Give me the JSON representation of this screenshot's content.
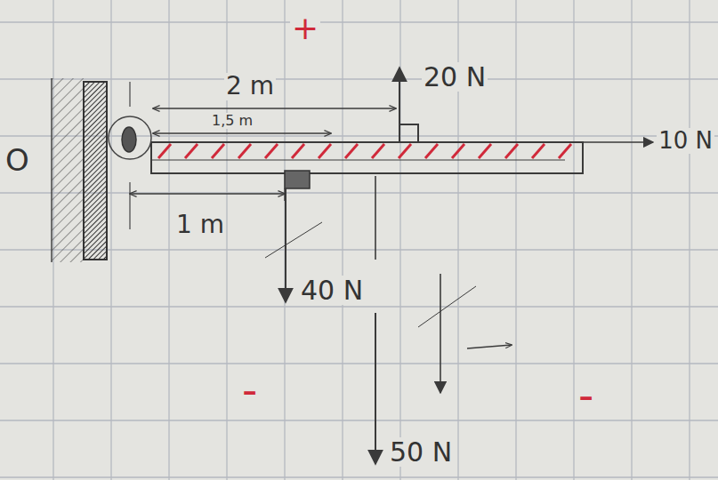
{
  "diagram": {
    "labels": [
      "+",
      "2 m",
      "20 N",
      "1,5 m",
      "10 N",
      "O",
      "1 m",
      "40 N",
      "50 N",
      "-",
      "-"
    ]
  }
}
